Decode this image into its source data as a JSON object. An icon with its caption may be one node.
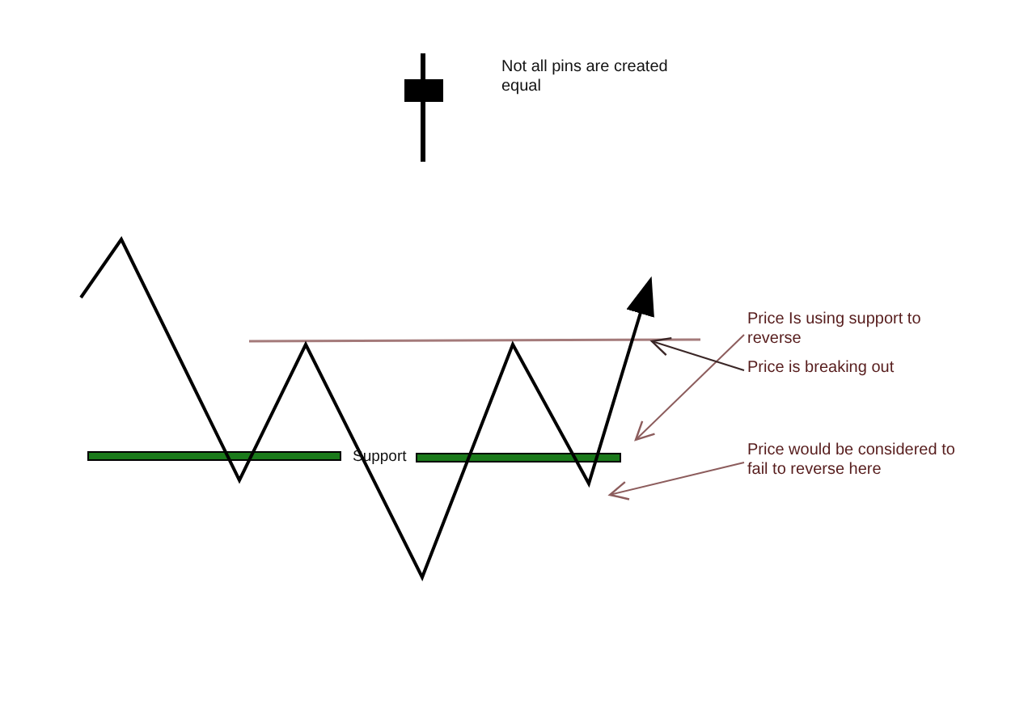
{
  "diagram": {
    "nodes": [
      {
        "text": [
          "Price Is using support to reverse"
        ]
      },
      {
        "text": [
          "Price is breaking out"
        ]
      },
      {
        "text": [
          "Price would be considered to fail to reverse here"
        ]
      }
    ],
    "edges": [
      {
        "from": 0,
        "to": null,
        "arrow": "to"
      },
      {
        "from": 1,
        "to": null,
        "arrow": "to",
        "color": "#3a2626"
      },
      {
        "from": 2,
        "to": null,
        "arrow": "to"
      }
    ],
    "labels": [
      "Not all pins are created equal",
      "Support"
    ]
  }
}
